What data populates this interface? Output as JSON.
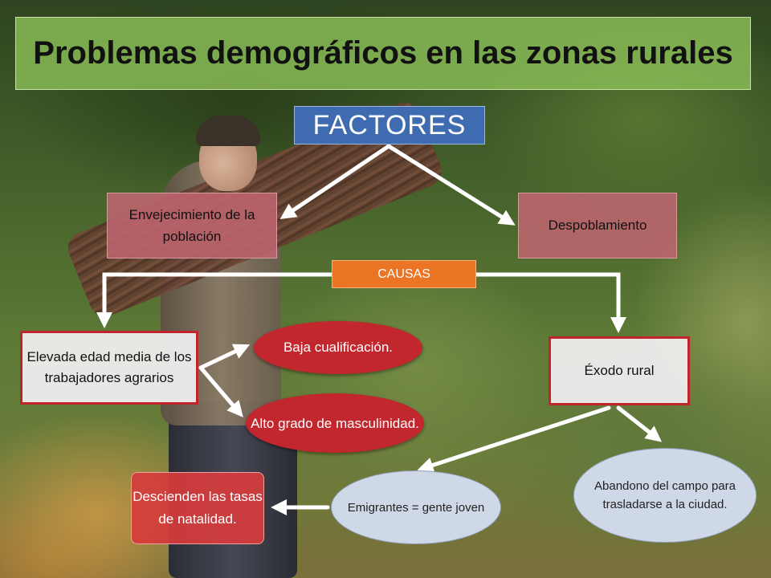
{
  "title": "Problemas demográficos en las zonas rurales",
  "nodes": {
    "factores": "FACTORES",
    "envejecimiento": "Envejecimiento de la población",
    "despoblamiento": "Despoblamiento",
    "causas": "CAUSAS",
    "elevada_edad": "Elevada edad media de los trabajadores agrarios",
    "exodo": "Éxodo rural",
    "baja_cualificacion": "Baja cualificación.",
    "alto_grado": "Alto grado de masculinidad.",
    "emigrantes": "Emigrantes = gente joven",
    "abandono": "Abandono del campo para trasladarse a la ciudad.",
    "descienden": "Descienden las tasas de natalidad."
  },
  "colors": {
    "title_bg": "#8bbe58",
    "factores_bg": "#3f6bb0",
    "rose_box": "#be646e",
    "causas_bg": "#ec7425",
    "red_accent": "#c1272d",
    "ellipse_blue": "#cfd8e6",
    "arrow": "#ffffff"
  }
}
